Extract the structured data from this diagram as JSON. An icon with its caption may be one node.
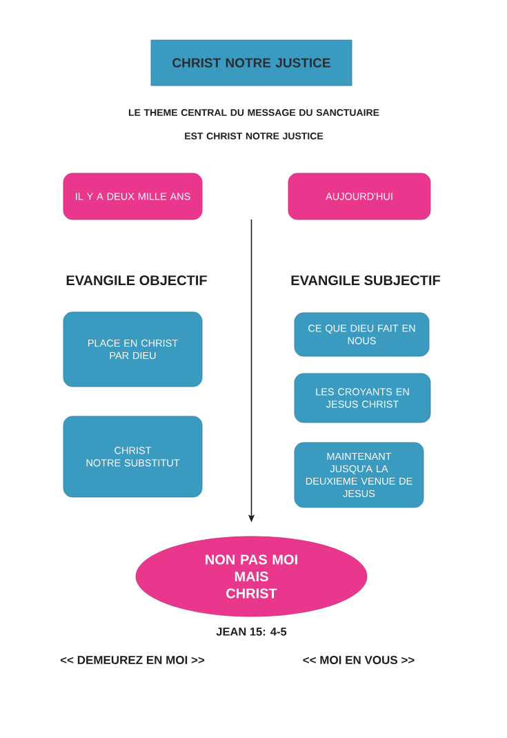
{
  "diagram": {
    "nodes": [
      {
        "text": [
          "CHRIST NOTRE JUSTICE"
        ]
      },
      {
        "text": [
          "IL Y A DEUX MILLE ANS"
        ]
      },
      {
        "text": [
          "AUJOURD'HUI"
        ]
      },
      {
        "text": [
          "PLACE EN CHRIST PAR DIEU"
        ]
      },
      {
        "text": [
          "CHRIST NOTRE SUBSTITUT"
        ]
      },
      {
        "text": [
          "CE QUE DIEU FAIT EN NOUS"
        ]
      },
      {
        "text": [
          "LES CROYANTS EN JESUS CHRIST"
        ]
      },
      {
        "text": [
          "MAINTENANT JUSQU'A LA DEUXIEME VENUE DE JESUS"
        ]
      },
      {
        "text": [
          "NON PAS MOI MAIS CHRIST"
        ],
        "beside": [
          "JEAN 15: 4-5"
        ]
      }
    ],
    "edges": [
      {
        "from": null,
        "to": 8,
        "arrow": "to"
      }
    ],
    "labels": [
      "LE THEME CENTRAL DU MESSAGE DU SANCTUAIRE EST CHRIST NOTRE JUSTICE",
      "EVANGILE OBJECTIF",
      "EVANGILE SUBJECTIF",
      "<< DEMEUREZ EN MOI >>",
      "<< MOI EN VOUS >>"
    ]
  }
}
